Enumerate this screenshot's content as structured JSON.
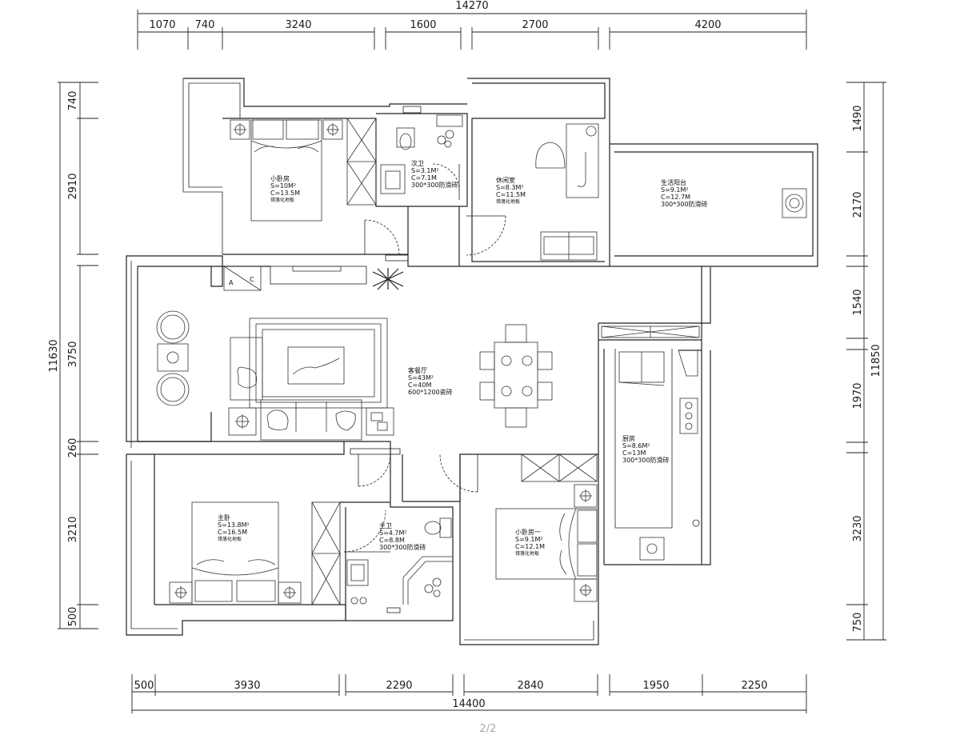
{
  "dimensions": {
    "top_total": "14270",
    "top_segments": [
      "1070",
      "740",
      "3240",
      "1600",
      "2700",
      "4200"
    ],
    "bottom_total": "14400",
    "bottom_segments": [
      "500",
      "3930",
      "2290",
      "2840",
      "1950",
      "2250"
    ],
    "left_total": "11630",
    "left_segments": [
      "740",
      "2910",
      "3750",
      "260",
      "3210",
      "500"
    ],
    "right_total": "11850",
    "right_segments": [
      "1490",
      "2170",
      "1540",
      "1970",
      "3230",
      "750"
    ]
  },
  "rooms": [
    {
      "name": "小卧房",
      "area": "S=10M²",
      "perimeter": "C=13.5M",
      "floor": "错落化地板"
    },
    {
      "name": "次卫",
      "area": "S=3.1M²",
      "perimeter": "C=7.1M",
      "floor": "300*300防滑砖"
    },
    {
      "name": "休闲室",
      "area": "S=8.3M²",
      "perimeter": "C=11.5M",
      "floor": "错落化地板"
    },
    {
      "name": "生活阳台",
      "area": "S=9.1M²",
      "perimeter": "C=12.7M",
      "floor": "300*300防滑砖"
    },
    {
      "name": "客餐厅",
      "area": "S=43M²",
      "perimeter": "C=40M",
      "floor": "600*1200瓷砖"
    },
    {
      "name": "厨房",
      "area": "S=8.6M²",
      "perimeter": "C=13M",
      "floor": "300*300防滑砖"
    },
    {
      "name": "主卧",
      "area": "S=13.8M²",
      "perimeter": "C=16.5M",
      "floor": "错落化地板"
    },
    {
      "name": "主卫",
      "area": "S=4.7M²",
      "perimeter": "C=8.8M",
      "floor": "300*300防滑砖"
    },
    {
      "name": "小卧房一",
      "area": "S=9.1M²",
      "perimeter": "C=12.1M",
      "floor": "错落化地板"
    }
  ],
  "symbols": {
    "ac_a": "A",
    "ac_c": "C"
  },
  "page_indicator": "2/2"
}
